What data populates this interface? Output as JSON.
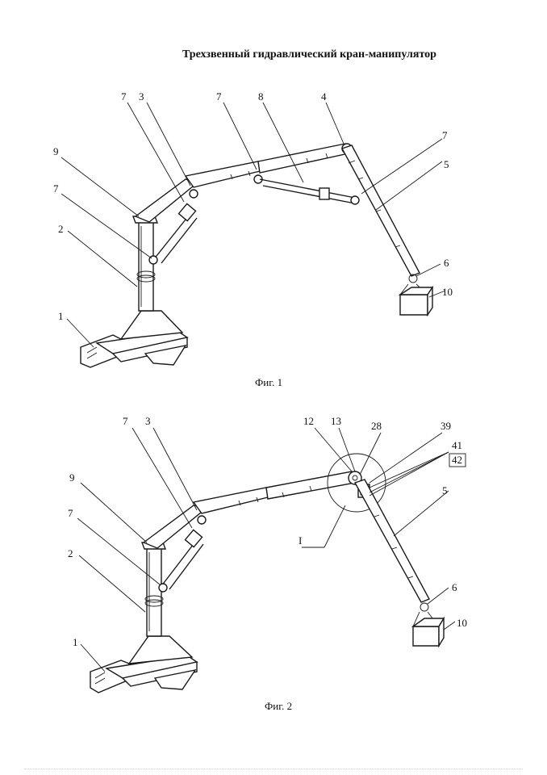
{
  "document": {
    "title": "Трехзвенный гидравлический кран-манипулятор"
  },
  "figure1": {
    "caption": "Фиг. 1",
    "labels": {
      "l1": "1",
      "l2": "2",
      "l3": "3",
      "l4": "4",
      "l5": "5",
      "l6": "6",
      "l7a": "7",
      "l7b": "7",
      "l7c": "7",
      "l7d": "7",
      "l8": "8",
      "l9": "9",
      "l10": "10"
    }
  },
  "figure2": {
    "caption": "Фиг. 2",
    "labels": {
      "l1": "1",
      "l2": "2",
      "l3": "3",
      "l5": "5",
      "l6": "6",
      "l7a": "7",
      "l7b": "7",
      "l9": "9",
      "l10": "10",
      "l12": "12",
      "l13": "13",
      "l28": "28",
      "l39": "39",
      "l41": "41",
      "l42": "42",
      "lI": "I"
    }
  }
}
